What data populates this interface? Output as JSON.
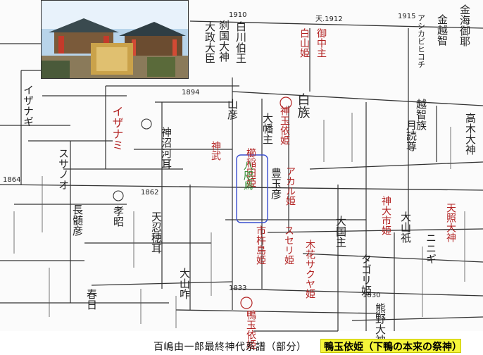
{
  "caption": "百嶋由一郎最終神代系譜（部分）",
  "highlight": "鴨玉依姫（下鴨の本来の祭神）",
  "colors": {
    "ink": "#222222",
    "red": "#b22222",
    "green": "#2e8b2e",
    "blue_box": "#3a4fd0",
    "highlight": "#f5f53a"
  },
  "years": [
    "1910",
    "天.1912",
    "1915",
    "1894",
    "1862",
    "1864",
    "1833",
    "1830"
  ],
  "names": {
    "shirakawa": "白川伯王",
    "sashikuni": "刹国大神",
    "daisei": "大政大臣",
    "shiraha": "白山姫",
    "mikanushi": "御中主",
    "kaneyama": "金海御耶",
    "kosiwachi": "金越智",
    "ashikabi": "アシカビヒコチ",
    "koshiwachi2": "越智族",
    "shirazoku": "白族",
    "kiyama": "山彦",
    "ohhata": "大幡主",
    "kamo": "神玉依姫",
    "kamotama": "鴨玉依姫",
    "tamayori": "豊玉彦",
    "yatahiko": "八咫烏",
    "kushi": "櫛稲田姫",
    "kamuchi": "大山咋",
    "ninigi": "ニニギ",
    "susano": "スサノオ",
    "izanami": "イザナミ",
    "izanagi": "イザナギ",
    "kaminuma": "神沼河耳",
    "kousho": "孝昭",
    "takagi": "高木大神",
    "amaterasu": "天照大神",
    "oshihomimi": "天忍穂耳",
    "kotoshiro": "大国主",
    "kasuga": "春日",
    "suseri": "スセリ姫",
    "kamumimi": "神武",
    "tsukiyomi": "月読尊",
    "ichiki": "市杵島姫",
    "shinatsu": "神大市姫",
    "akaru": "アカル姫",
    "nagara": "長髄彦",
    "konohana": "木花サクヤ姫",
    "nakayama": "大山祇",
    "kumanosu": "熊野大神",
    "tagori": "タゴリ姫"
  }
}
